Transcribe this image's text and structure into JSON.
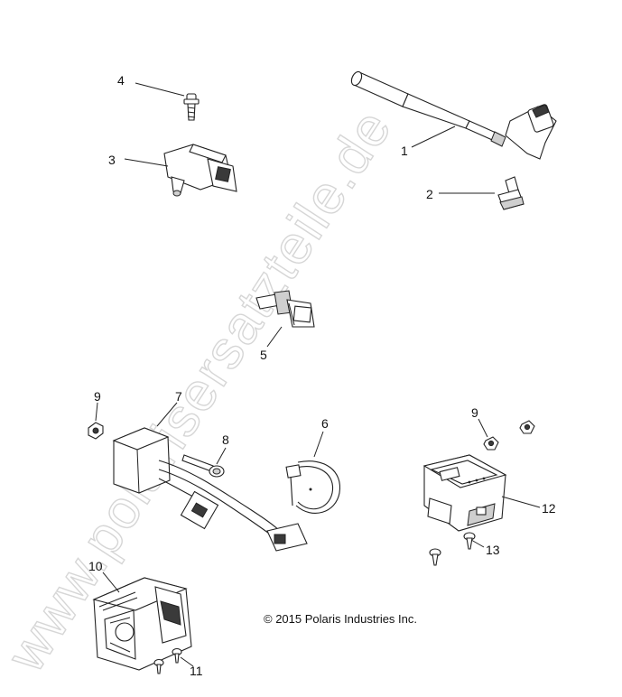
{
  "watermark": "www.polarisersatzteile.de",
  "copyright": "© 2015 Polaris Industries Inc.",
  "callouts": {
    "c1": "1",
    "c2": "2",
    "c3": "3",
    "c4": "4",
    "c5": "5",
    "c6": "6",
    "c7": "7",
    "c8": "8",
    "c9a": "9",
    "c9b": "9",
    "c10": "10",
    "c11": "11",
    "c12": "12",
    "c13": "13"
  }
}
